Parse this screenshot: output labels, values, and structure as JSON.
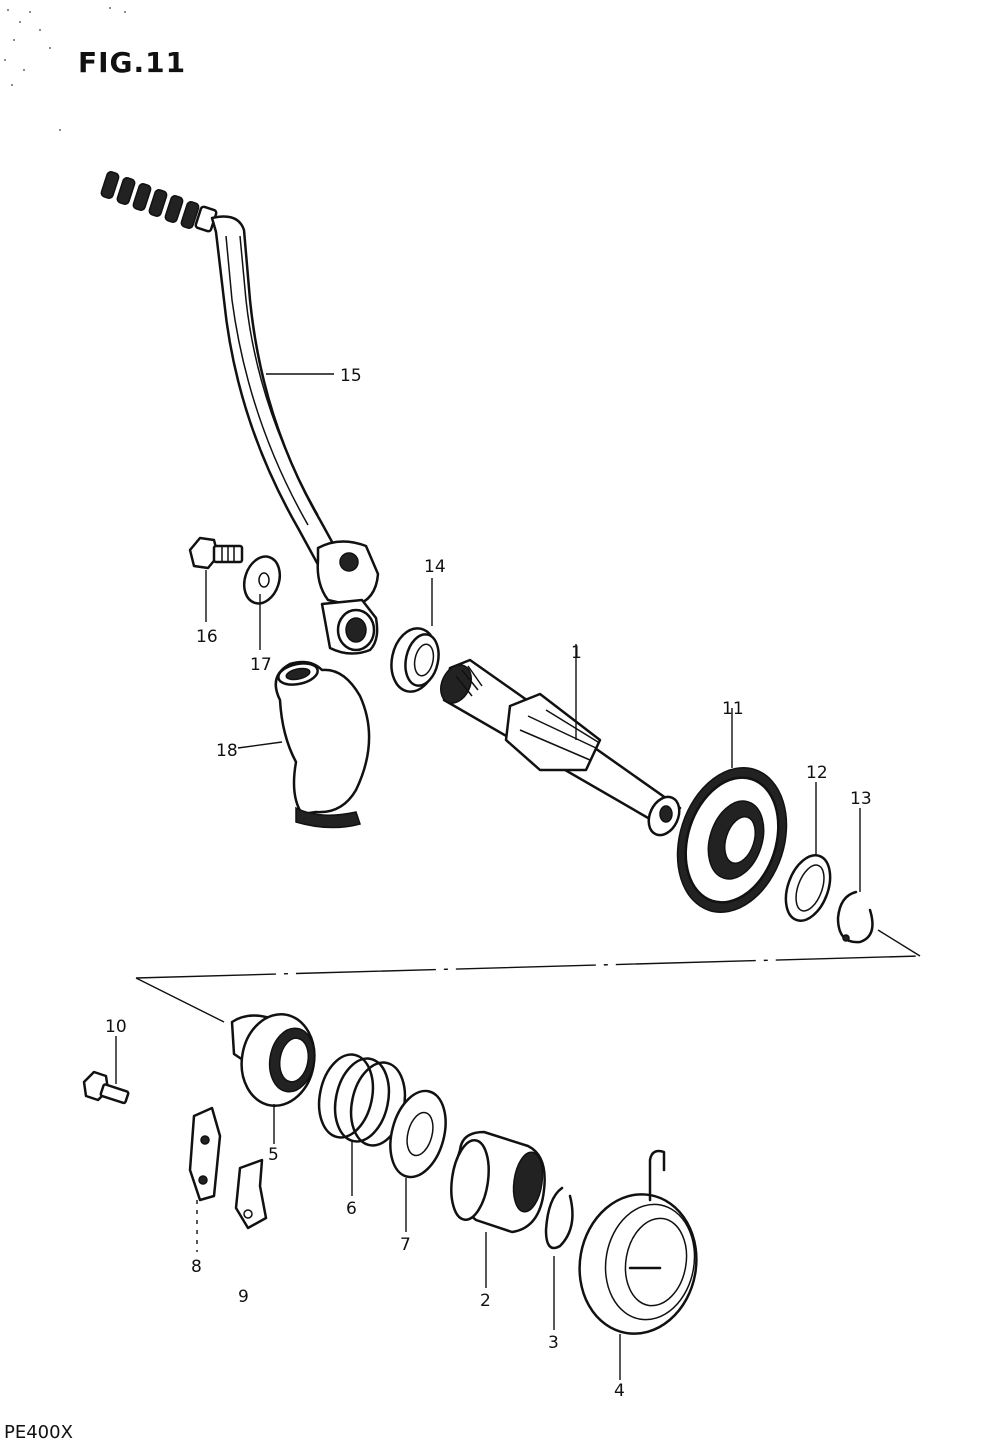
{
  "figure": {
    "title": "FIG.11",
    "model_code": "PE400X"
  },
  "callouts": [
    {
      "id": "1",
      "text": "1"
    },
    {
      "id": "2",
      "text": "2"
    },
    {
      "id": "3",
      "text": "3"
    },
    {
      "id": "4",
      "text": "4"
    },
    {
      "id": "5",
      "text": "5"
    },
    {
      "id": "6",
      "text": "6"
    },
    {
      "id": "7",
      "text": "7"
    },
    {
      "id": "8",
      "text": "8"
    },
    {
      "id": "9",
      "text": "9"
    },
    {
      "id": "10",
      "text": "10"
    },
    {
      "id": "11",
      "text": "11"
    },
    {
      "id": "12",
      "text": "12"
    },
    {
      "id": "13",
      "text": "13"
    },
    {
      "id": "14",
      "text": "14"
    },
    {
      "id": "15",
      "text": "15"
    },
    {
      "id": "16",
      "text": "16"
    },
    {
      "id": "17",
      "text": "17"
    },
    {
      "id": "18",
      "text": "18"
    }
  ]
}
